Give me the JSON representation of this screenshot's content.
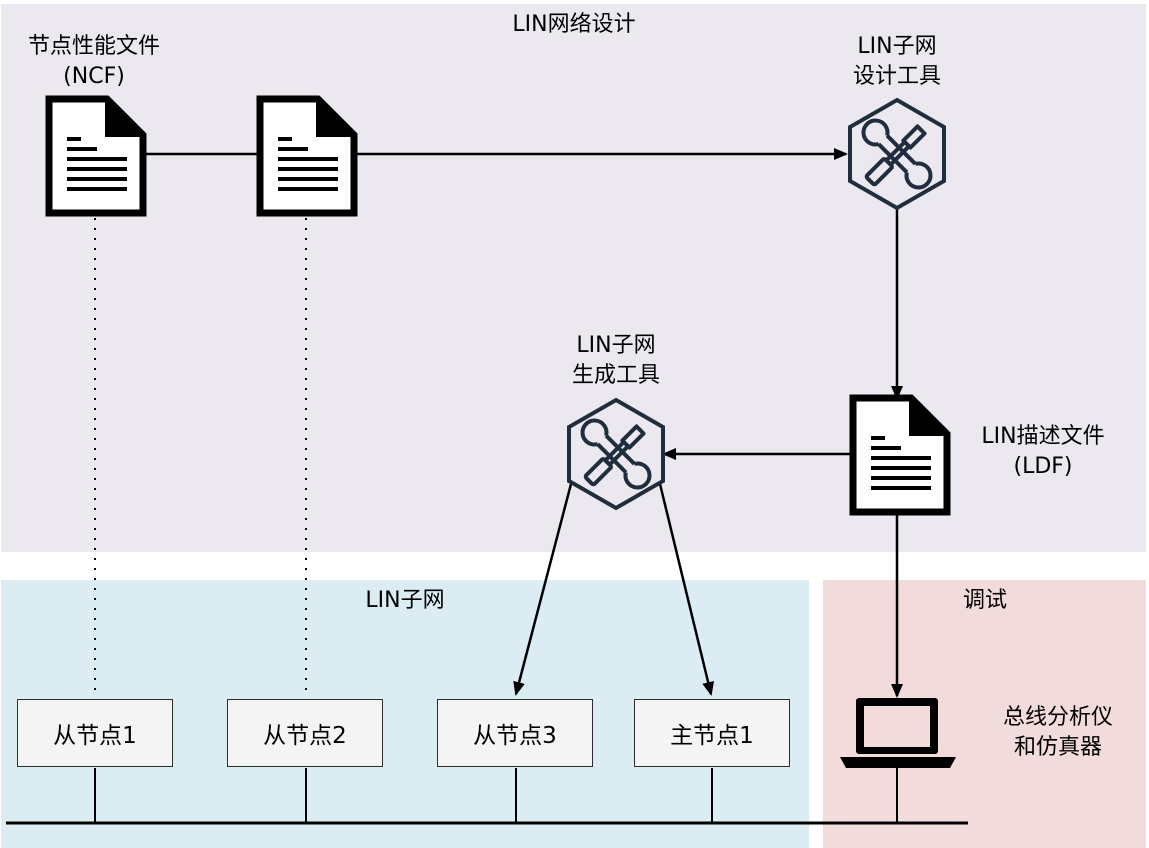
{
  "regions": {
    "design_title": "LIN网络设计",
    "subnet_title": "LIN子网",
    "debug_title": "调试"
  },
  "docs": {
    "ncf_line1": "节点性能文件",
    "ncf_line2": "(NCF)",
    "ldf_line1": "LIN描述文件",
    "ldf_line2": "(LDF)"
  },
  "tools": {
    "design_line1": "LIN子网",
    "design_line2": "设计工具",
    "gen_line1": "LIN子网",
    "gen_line2": "生成工具"
  },
  "nodes": [
    "从节点1",
    "从节点2",
    "从节点3",
    "主节点1"
  ],
  "analyzer": {
    "line1": "总线分析仪",
    "line2": "和仿真器"
  },
  "icons": [
    "document-icon",
    "tools-icon",
    "laptop-icon"
  ]
}
